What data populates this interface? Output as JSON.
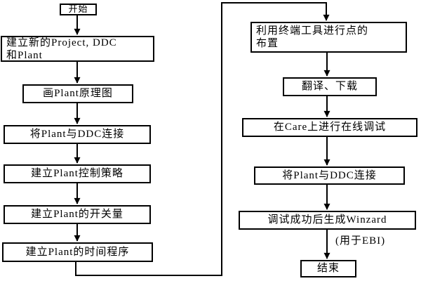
{
  "diagram": {
    "type": "flowchart",
    "colors": {
      "line": "#000000",
      "box_fill": "#ffffff",
      "text": "#000000",
      "background": "#ffffff"
    },
    "nodes": {
      "start": {
        "label": "开始"
      },
      "create_project": {
        "lines": [
          "建立新的Project, DDC",
          "和Plant"
        ]
      },
      "draw_plant_schematic": {
        "label": "画Plant原理图"
      },
      "connect_plant_ddc_left": {
        "label": "将Plant与DDC连接"
      },
      "create_control_strategy": {
        "label": "建立Plant控制策略"
      },
      "create_switch_values": {
        "label": "建立Plant的开关量"
      },
      "create_time_program": {
        "label": "建立Plant的时间程序"
      },
      "terminal_point_layout": {
        "lines": [
          "利用终端工具进行点的",
          "布置"
        ]
      },
      "translate_download": {
        "label": "翻译、下载"
      },
      "online_debug_on_care": {
        "label": "在Care上进行在线调试"
      },
      "connect_plant_ddc_right": {
        "label": "将Plant与DDC连接"
      },
      "generate_winzard": {
        "label": "调试成功后生成Winzard"
      },
      "winzard_note": {
        "label": "(用于EBI)"
      },
      "end": {
        "label": "结束"
      }
    }
  }
}
